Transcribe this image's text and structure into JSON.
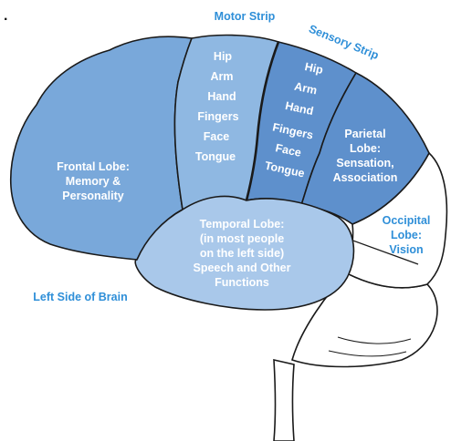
{
  "colors": {
    "frontal_fill": "#79a8da",
    "motor_fill": "#8fb8e2",
    "sensory_fill": "#5e90cc",
    "parietal_fill": "#5e90cc",
    "temporal_fill": "#a9c8ea",
    "occipital_fill": "#ffffff",
    "outline": "#1a1a1a",
    "label_blue": "#2f8fd8",
    "label_white": "#ffffff"
  },
  "labels": {
    "motor_strip": "Motor Strip",
    "sensory_strip": "Sensory Strip",
    "left_side": "Left Side of Brain",
    "frontal": [
      "Frontal Lobe:",
      "Memory &",
      "Personality"
    ],
    "parietal": [
      "Parietal",
      "Lobe:",
      "Sensation,",
      "Association"
    ],
    "temporal": [
      "Temporal Lobe:",
      "(in most people",
      "on the left side)",
      "Speech and Other",
      "Functions"
    ],
    "occipital": [
      "Occipital",
      "Lobe:",
      "Vision"
    ]
  },
  "motor_parts": [
    "Hip",
    "Arm",
    "Hand",
    "Fingers",
    "Face",
    "Tongue"
  ],
  "sensory_parts": [
    "Hip",
    "Arm",
    "Hand",
    "Fingers",
    "Face",
    "Tongue"
  ],
  "corner_mark": "."
}
